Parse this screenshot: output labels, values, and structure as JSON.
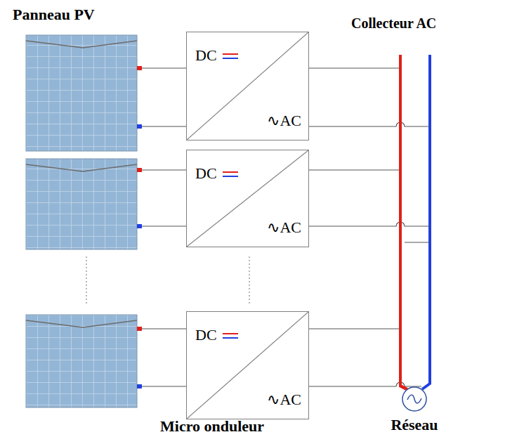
{
  "diagram": {
    "nodes": [
      {
        "text": [
          "DC",
          "∿AC"
        ]
      },
      {
        "text": [
          "DC",
          "∿AC"
        ]
      },
      {
        "text": [
          "DC",
          "∿AC"
        ]
      },
      {
        "text": [
          "Réseau"
        ]
      }
    ],
    "edges": [
      {
        "from": 0,
        "to": 3,
        "arrow": "none"
      },
      {
        "from": 1,
        "to": 3,
        "arrow": "none"
      },
      {
        "from": 2,
        "to": 3,
        "arrow": "none"
      }
    ],
    "labels": [
      "Panneau PV",
      "Collecteur AC",
      "Micro onduleur"
    ]
  }
}
